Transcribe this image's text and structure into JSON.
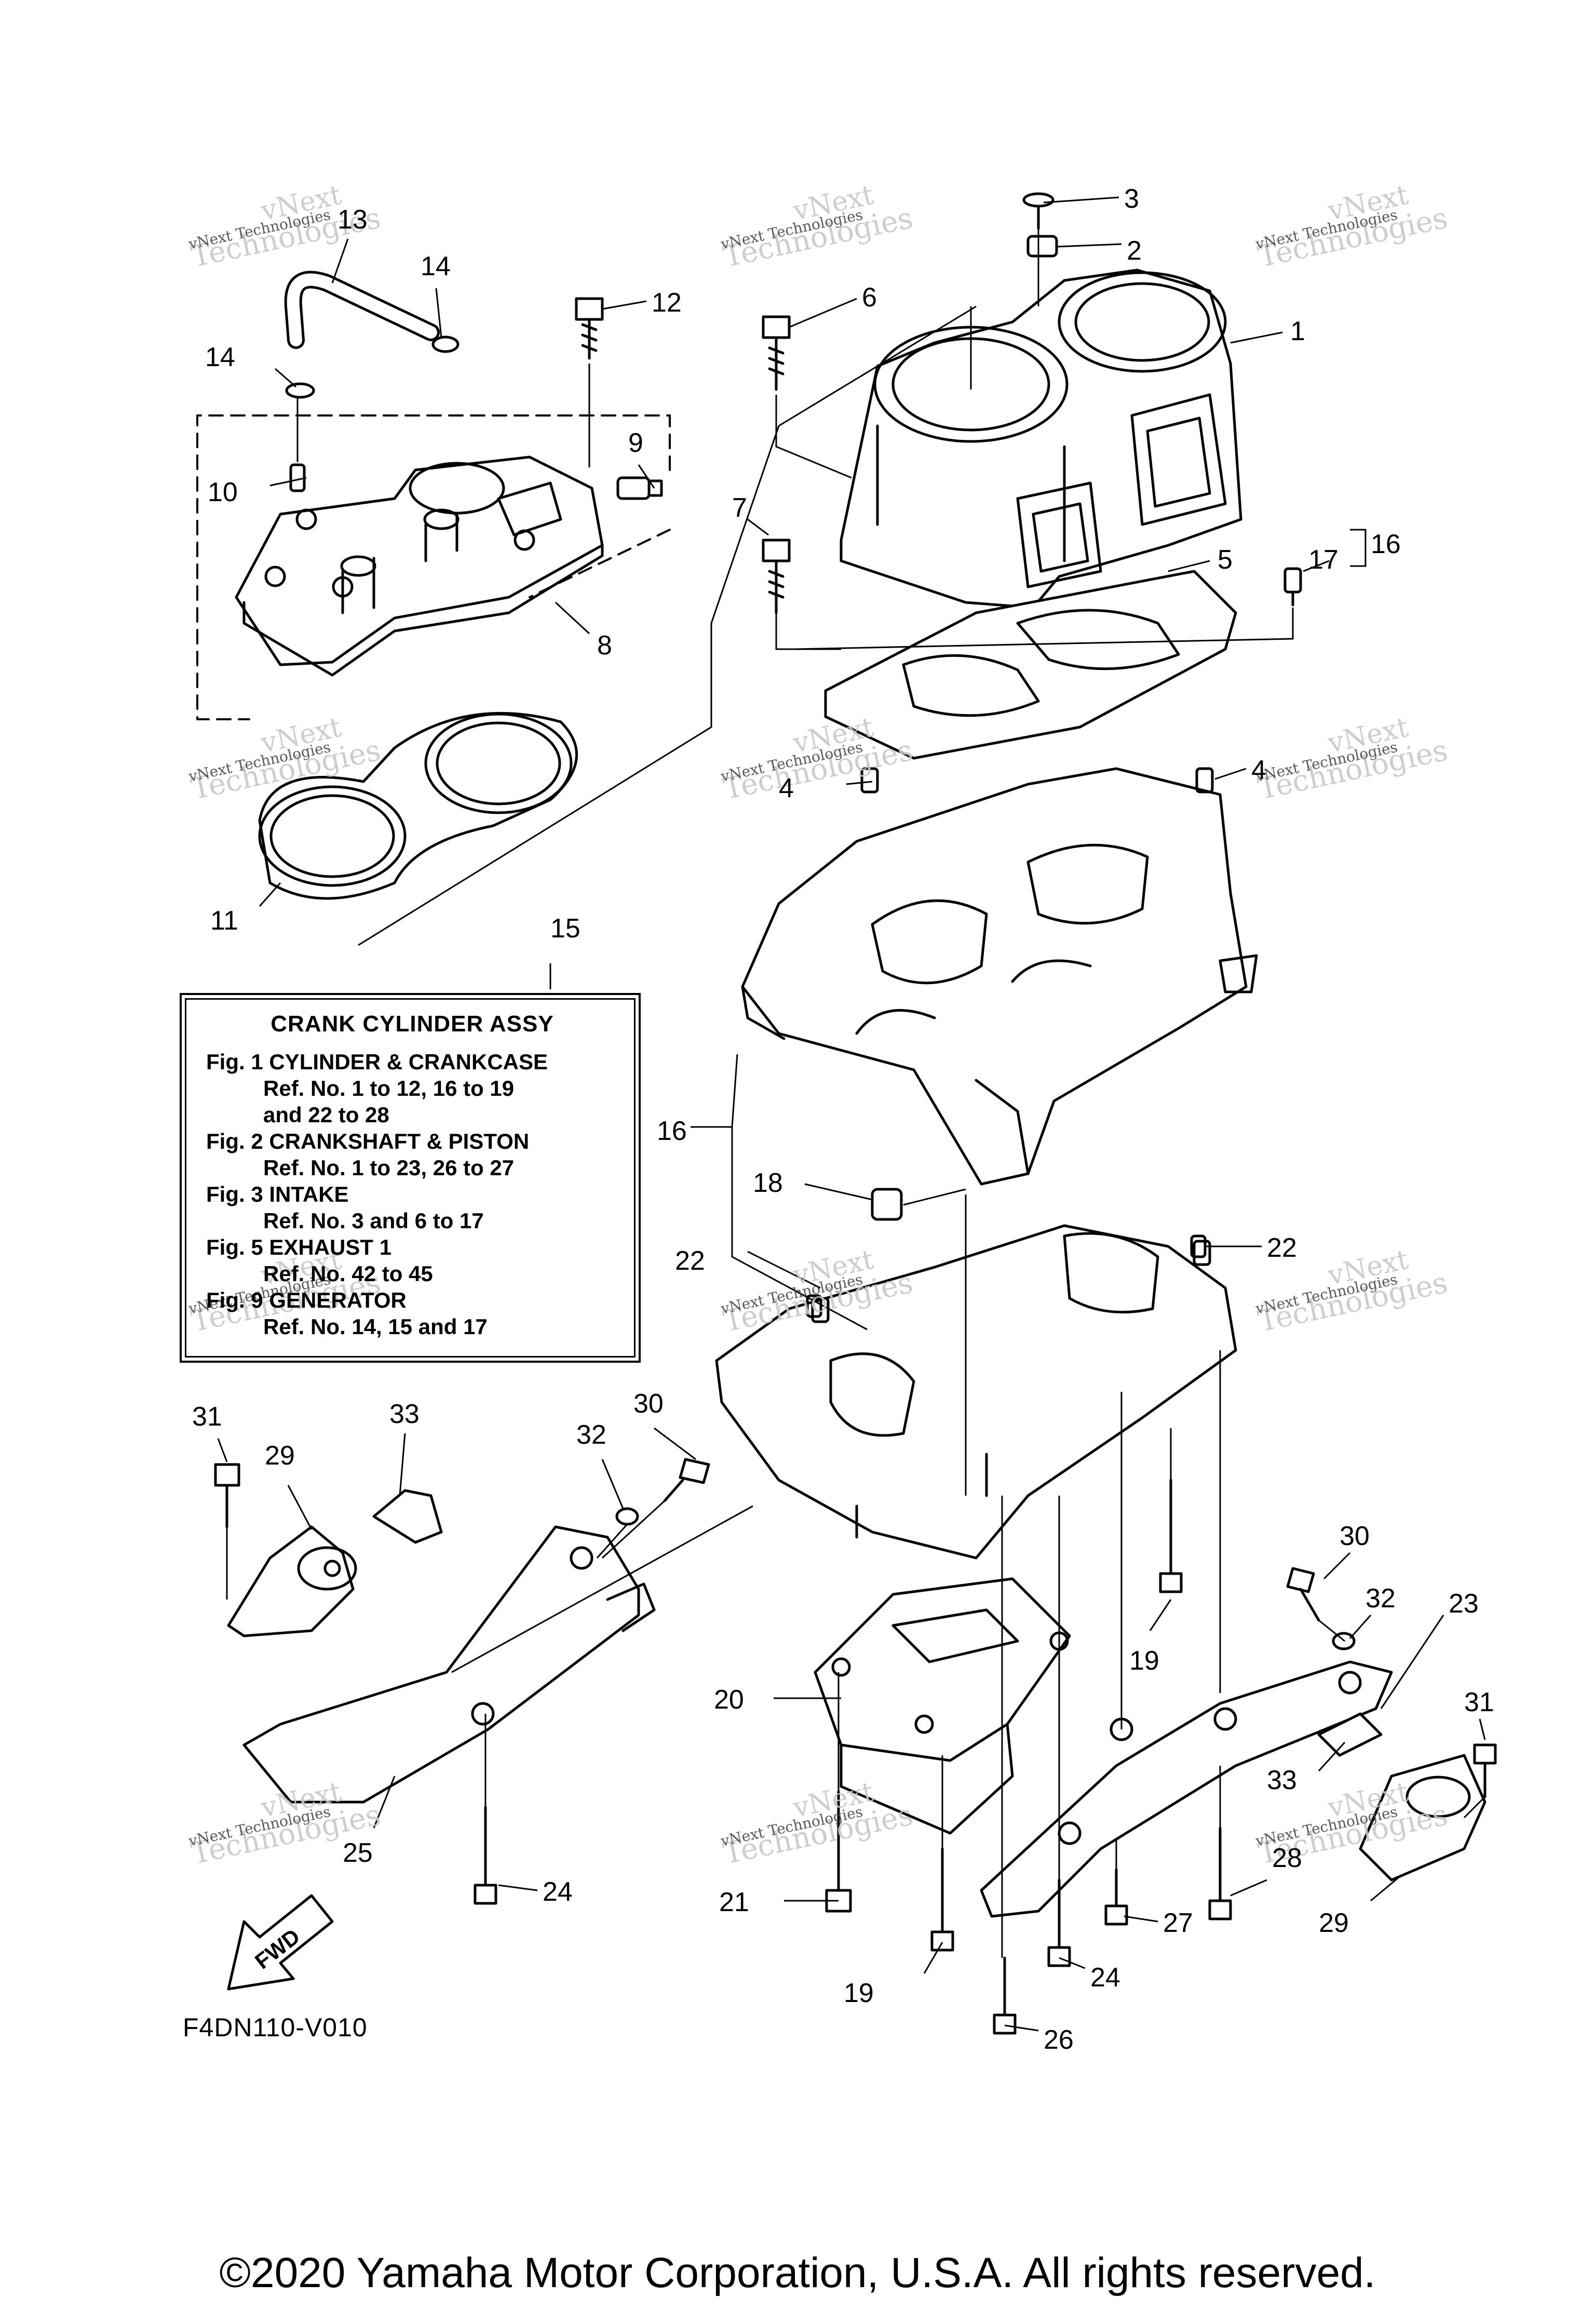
{
  "callouts": [
    {
      "id": "c1",
      "text": "1"
    },
    {
      "id": "c2",
      "text": "2"
    },
    {
      "id": "c3",
      "text": "3"
    },
    {
      "id": "c4a",
      "text": "4"
    },
    {
      "id": "c4b",
      "text": "4"
    },
    {
      "id": "c5",
      "text": "5"
    },
    {
      "id": "c6",
      "text": "6"
    },
    {
      "id": "c7",
      "text": "7"
    },
    {
      "id": "c8",
      "text": "8"
    },
    {
      "id": "c9",
      "text": "9"
    },
    {
      "id": "c10",
      "text": "10"
    },
    {
      "id": "c11",
      "text": "11"
    },
    {
      "id": "c12",
      "text": "12"
    },
    {
      "id": "c13",
      "text": "13"
    },
    {
      "id": "c14a",
      "text": "14"
    },
    {
      "id": "c14b",
      "text": "14"
    },
    {
      "id": "c15",
      "text": "15"
    },
    {
      "id": "c16a",
      "text": "16"
    },
    {
      "id": "c16b",
      "text": "16"
    },
    {
      "id": "c17",
      "text": "17"
    },
    {
      "id": "c18",
      "text": "18"
    },
    {
      "id": "c19a",
      "text": "19"
    },
    {
      "id": "c19b",
      "text": "19"
    },
    {
      "id": "c20",
      "text": "20"
    },
    {
      "id": "c21",
      "text": "21"
    },
    {
      "id": "c22a",
      "text": "22"
    },
    {
      "id": "c22b",
      "text": "22"
    },
    {
      "id": "c23",
      "text": "23"
    },
    {
      "id": "c24a",
      "text": "24"
    },
    {
      "id": "c24b",
      "text": "24"
    },
    {
      "id": "c25",
      "text": "25"
    },
    {
      "id": "c26",
      "text": "26"
    },
    {
      "id": "c27",
      "text": "27"
    },
    {
      "id": "c28",
      "text": "28"
    },
    {
      "id": "c29a",
      "text": "29"
    },
    {
      "id": "c29b",
      "text": "29"
    },
    {
      "id": "c30a",
      "text": "30"
    },
    {
      "id": "c30b",
      "text": "30"
    },
    {
      "id": "c31a",
      "text": "31"
    },
    {
      "id": "c31b",
      "text": "31"
    },
    {
      "id": "c32a",
      "text": "32"
    },
    {
      "id": "c32b",
      "text": "32"
    },
    {
      "id": "c33a",
      "text": "33"
    },
    {
      "id": "c33b",
      "text": "33"
    }
  ],
  "legend": {
    "title": "CRANK  CYLINDER ASSY",
    "rows": [
      {
        "kind": "fig",
        "text": "Fig. 1 CYLINDER & CRANKCASE"
      },
      {
        "kind": "ref",
        "text": "Ref. No. 1 to 12, 16 to 19"
      },
      {
        "kind": "ref",
        "text": "and 22 to 28"
      },
      {
        "kind": "fig",
        "text": "Fig. 2 CRANKSHAFT & PISTON"
      },
      {
        "kind": "ref",
        "text": "Ref. No. 1 to 23, 26 to 27"
      },
      {
        "kind": "fig",
        "text": "Fig. 3 INTAKE"
      },
      {
        "kind": "ref",
        "text": "Ref. No. 3 and 6 to 17"
      },
      {
        "kind": "fig",
        "text": "Fig. 5 EXHAUST 1"
      },
      {
        "kind": "ref",
        "text": "Ref. No. 42 to 45"
      },
      {
        "kind": "fig",
        "text": "Fig. 9 GENERATOR"
      },
      {
        "kind": "ref",
        "text": "Ref. No. 14, 15 and 17"
      }
    ]
  },
  "watermark": {
    "line1": "vNext",
    "line2": "Technologies",
    "line3": "vNext Technologies"
  },
  "fwd_label": "FWD",
  "drawing_code": "F4DN110-V010",
  "copyright": "©2020 Yamaha Motor Corporation, U.S.A. All rights reserved."
}
